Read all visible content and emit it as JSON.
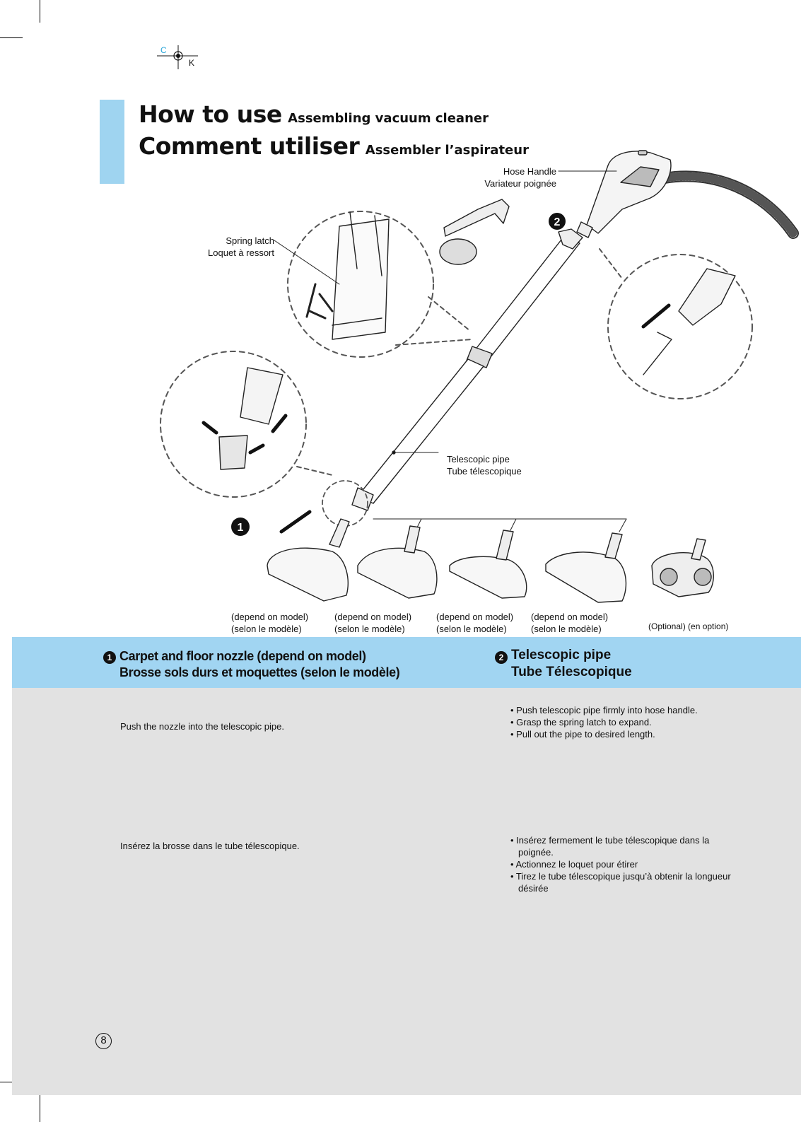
{
  "registration": {
    "c": "C",
    "k": "K"
  },
  "title": {
    "en_main": "How to use",
    "en_sub": "Assembling vacuum cleaner",
    "fr_main": "Comment utiliser",
    "fr_sub": "Assembler l’aspirateur"
  },
  "callouts": {
    "hose_handle_en": "Hose Handle",
    "hose_handle_fr": "Variateur poignée",
    "spring_latch_en": "Spring latch",
    "spring_latch_fr": "Loquet à ressort",
    "telescopic_pipe_en": "Telescopic pipe",
    "telescopic_pipe_fr": "Tube télescopique",
    "step1_marker": "1",
    "step2_marker": "2"
  },
  "nozzle_captions": [
    {
      "en": "(depend on model)",
      "fr": "(selon le modèle)"
    },
    {
      "en": "(depend on model)",
      "fr": "(selon le modèle)"
    },
    {
      "en": "(depend on model)",
      "fr": "(selon le modèle)"
    },
    {
      "en": "(depend on model)",
      "fr": "(selon le modèle)"
    }
  ],
  "optional_caption": "(Optional) (en option)",
  "section1": {
    "num": "1",
    "heading_en": "Carpet and floor nozzle (depend on model)",
    "heading_fr": "Brosse sols durs et moquettes (selon le modèle)",
    "text_en": "Push the nozzle into the telescopic pipe.",
    "text_fr": "Insérez la brosse dans le tube télescopique."
  },
  "section2": {
    "num": "2",
    "heading_en": "Telescopic pipe",
    "heading_fr": "Tube Télescopique",
    "bullets_en": [
      "• Push telescopic pipe firmly into hose handle.",
      "• Grasp the spring latch to expand.",
      "• Pull out the pipe to desired length."
    ],
    "bullets_fr": [
      "• Insérez fermement le tube télescopique dans la poignée.",
      "• Actionnez le loquet pour étirer",
      "• Tirez le tube télescopique jusqu’à obtenir la longueur désirée"
    ]
  },
  "page_number": "8"
}
